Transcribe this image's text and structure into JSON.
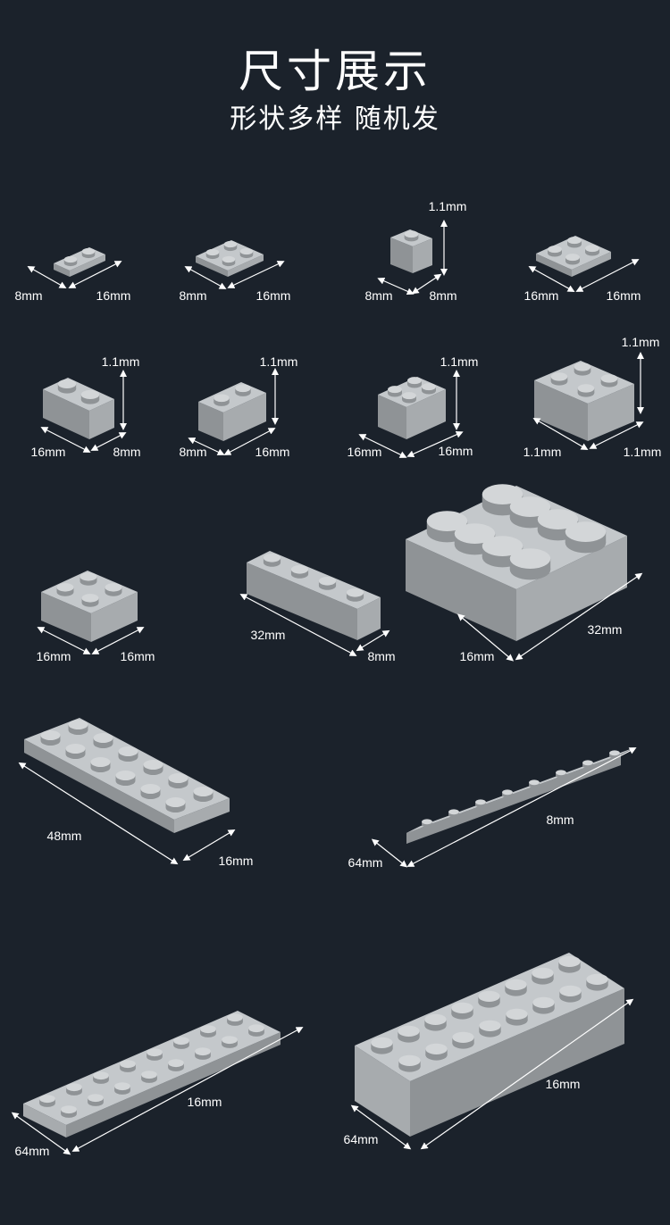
{
  "header": {
    "title": "尺寸展示",
    "subtitle": "形状多样 随机发"
  },
  "colors": {
    "background": "#1b222b",
    "brick_top": "#c4c8cb",
    "brick_left": "#a7abae",
    "brick_right": "#8f9396",
    "text": "#ffffff"
  },
  "pieces": [
    {
      "name": "plate-1x2",
      "labels": [
        "8mm",
        "16mm"
      ]
    },
    {
      "name": "plate-corner-2x2",
      "labels": [
        "8mm",
        "16mm"
      ]
    },
    {
      "name": "brick-1x1",
      "labels": [
        "1.1mm",
        "8mm",
        "8mm"
      ]
    },
    {
      "name": "plate-2x2",
      "labels": [
        "16mm",
        "16mm"
      ]
    },
    {
      "name": "slope-1x2",
      "labels": [
        "1.1mm",
        "16mm",
        "8mm"
      ]
    },
    {
      "name": "brick-1x2",
      "labels": [
        "1.1mm",
        "8mm",
        "16mm"
      ]
    },
    {
      "name": "brick-corner-2x2",
      "labels": [
        "1.1mm",
        "16mm",
        "16mm"
      ]
    },
    {
      "name": "slope-2x2",
      "labels": [
        "1.1mm",
        "1.1mm",
        "1.1mm"
      ]
    },
    {
      "name": "brick-2x2",
      "labels": [
        "16mm",
        "16mm"
      ]
    },
    {
      "name": "brick-1x4",
      "labels": [
        "32mm",
        "8mm"
      ]
    },
    {
      "name": "brick-2x4",
      "labels": [
        "16mm",
        "32mm"
      ]
    },
    {
      "name": "plate-2x6",
      "labels": [
        "48mm",
        "16mm"
      ]
    },
    {
      "name": "plate-1x8",
      "labels": [
        "64mm",
        "8mm"
      ]
    },
    {
      "name": "plate-2x8",
      "labels": [
        "64mm",
        "16mm"
      ]
    },
    {
      "name": "brick-2x8",
      "labels": [
        "64mm",
        "16mm"
      ]
    }
  ]
}
